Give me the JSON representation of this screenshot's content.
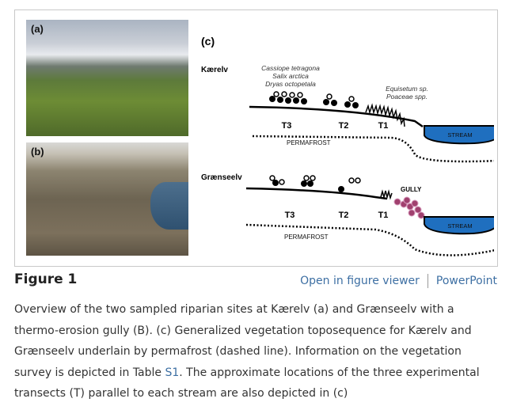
{
  "figure": {
    "panel_a": "(a)",
    "panel_b": "(b)",
    "panel_c": "(c)",
    "kaerelv": {
      "site": "Kærelv",
      "species_shrub": [
        "Cassiope tetragona",
        "Salix arctica",
        "Dryas octopetala"
      ],
      "species_grass": [
        "Equisetum sp.",
        "Poaceae spp."
      ],
      "transects": [
        "T3",
        "T2",
        "T1"
      ],
      "stream": "STREAM",
      "permafrost": "PERMAFROST"
    },
    "graenseelv": {
      "site": "Grænseelv",
      "gully": "GULLY",
      "transects": [
        "T3",
        "T2",
        "T1"
      ],
      "stream": "STREAM",
      "permafrost": "PERMAFROST"
    },
    "colors": {
      "stream": "#1f6fbf",
      "gully": "#a0406e"
    }
  },
  "title": "Figure 1",
  "links": {
    "viewer": "Open in figure viewer",
    "powerpoint": "PowerPoint"
  },
  "caption": {
    "part1": "Overview of the two sampled riparian sites at Kærelv (a) and Grænseelv with a thermo-erosion gully (B). (c) Generalized vegetation toposequence for Kærelv and Grænseelv underlain by permafrost (dashed line). Information on the vegetation survey is depicted in Table ",
    "link": "S1",
    "part2": ". The approximate locations of the three experimental transects (T) parallel to each stream are also depicted in (c)"
  }
}
